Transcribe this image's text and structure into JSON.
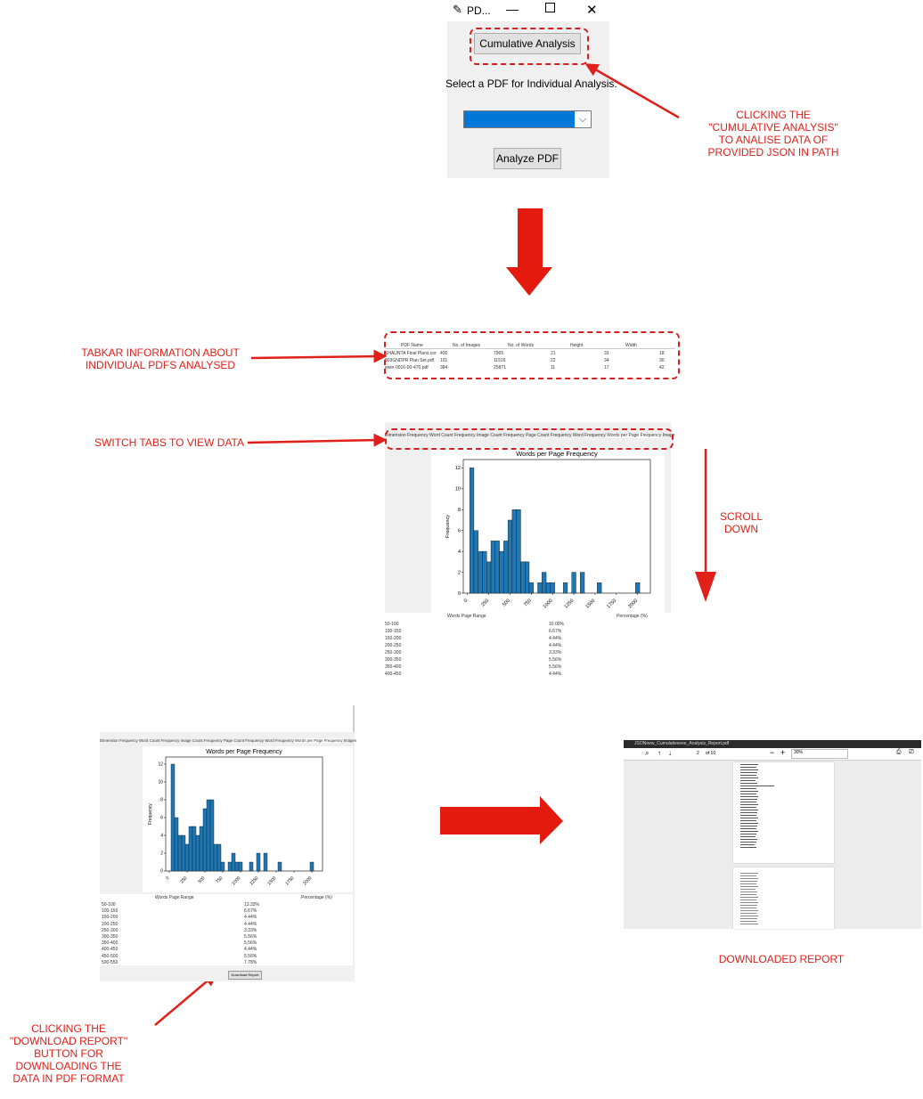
{
  "window": {
    "title": "PD...",
    "cumulative_label": "Cumulative Analysis",
    "select_label": "Select a PDF for Individual Analysis:",
    "analyze_label": "Analyze PDF"
  },
  "annotations": {
    "cumulative": [
      "CLICKING THE",
      "\"CUMULATIVE ANALYSIS\"",
      "TO ANALISE DATA OF",
      "PROVIDED JSON IN PATH"
    ],
    "tabkar": [
      "TABKAR INFORMATION ABOUT",
      "INDIVIDUAL PDFS ANALYSED"
    ],
    "switch_tabs": "SWITCH TABS TO VIEW DATA",
    "scroll": [
      "SCROLL",
      "DOWN"
    ],
    "download_click": [
      "CLICKING THE",
      "\"DOWNLOAD REPORT\"",
      "BUTTON FOR",
      "DOWNLOADING THE",
      "DATA IN PDF FORMAT"
    ],
    "downloaded": "DOWNLOADED REPORT"
  },
  "table": {
    "headers": [
      "PDF Name",
      "No. of Images",
      "No. of Words",
      "Height",
      "Width"
    ],
    "rows": [
      [
        "SHAUNTA Final Plans.cor",
        "400",
        "7965",
        "21",
        "33",
        "18"
      ],
      [
        "803GNDPR Plan Set.pdf",
        "101",
        "11516",
        "22",
        "34",
        "30"
      ],
      [
        "ewin-0016-00-470.pdf",
        "384",
        "25871",
        "11",
        "17",
        "42"
      ]
    ]
  },
  "tabs_top": [
    "Dimension Frequency",
    "Word Count Frequency",
    "Image Count Frequency",
    "Page Count Frequency",
    "Word Frequency",
    "Words per Page Frequency",
    "Image"
  ],
  "tabs_bottom": [
    "Dimension Frequency",
    "Word Count Frequency",
    "Image Count Frequency",
    "Page Count Frequency",
    "Word Frequency",
    "Words per Page Frequency",
    "Images"
  ],
  "freq_table_top": {
    "headers": [
      "Words Page Range",
      "Percentage (%)"
    ],
    "rows": [
      [
        "50-100",
        "10.00%"
      ],
      [
        "100-150",
        "6.67%"
      ],
      [
        "150-200",
        "4.44%"
      ],
      [
        "200-250",
        "4.44%"
      ],
      [
        "250-300",
        "3.33%"
      ],
      [
        "300-350",
        "5.56%"
      ],
      [
        "350-400",
        "5.56%"
      ],
      [
        "400-450",
        "4.44%"
      ]
    ]
  },
  "freq_table_bottom": {
    "headers": [
      "Words Page Range",
      "Percentage (%)"
    ],
    "rows": [
      [
        "50-100",
        "13.33%"
      ],
      [
        "100-150",
        "6.67%"
      ],
      [
        "150-200",
        "4.44%"
      ],
      [
        "200-250",
        "4.44%"
      ],
      [
        "250-300",
        "3.33%"
      ],
      [
        "300-350",
        "5.56%"
      ],
      [
        "350-400",
        "5.56%"
      ],
      [
        "400-450",
        "4.44%"
      ],
      [
        "450-500",
        "5.56%"
      ],
      [
        "500-550",
        "7.78%"
      ]
    ]
  },
  "download_button": "Download Report",
  "pdf_viewer": {
    "filename": "JSONnew_Cumulativeeee_Analysis_Report.pdf",
    "page_current": "2",
    "page_total_label": "of 10",
    "zoom": "30%"
  },
  "colors": {
    "accent": "#e0201a",
    "bar": "#1f77b4",
    "select": "#0078d7"
  },
  "chart_data": [
    {
      "type": "bar",
      "title": "Words per Page Frequency",
      "xlabel": "",
      "ylabel": "Frequency",
      "xticks": [
        0,
        250,
        500,
        750,
        1000,
        1250,
        1500,
        1750,
        2000
      ],
      "yticks": [
        0,
        2,
        4,
        6,
        8,
        10,
        12
      ],
      "xlim": [
        -50,
        2150
      ],
      "ylim": [
        0,
        12.8
      ],
      "bin_width": 50,
      "bins": [
        [
          50,
          12
        ],
        [
          100,
          6
        ],
        [
          150,
          4
        ],
        [
          200,
          4
        ],
        [
          250,
          3
        ],
        [
          300,
          5
        ],
        [
          350,
          5
        ],
        [
          400,
          4
        ],
        [
          450,
          5
        ],
        [
          500,
          7
        ],
        [
          550,
          8
        ],
        [
          600,
          8
        ],
        [
          650,
          3
        ],
        [
          700,
          3
        ],
        [
          750,
          1
        ],
        [
          850,
          1
        ],
        [
          900,
          2
        ],
        [
          950,
          1
        ],
        [
          1000,
          1
        ],
        [
          1150,
          1
        ],
        [
          1250,
          2
        ],
        [
          1350,
          2
        ],
        [
          1550,
          1
        ],
        [
          2000,
          1
        ]
      ]
    },
    {
      "type": "bar",
      "title": "Words per Page Frequency",
      "xlabel": "",
      "ylabel": "Frequency",
      "xticks": [
        0,
        250,
        500,
        750,
        1000,
        1250,
        1500,
        1750,
        2000
      ],
      "yticks": [
        0,
        2,
        4,
        6,
        8,
        10,
        12
      ],
      "xlim": [
        -50,
        2150
      ],
      "ylim": [
        0,
        12.8
      ],
      "bin_width": 50,
      "bins": [
        [
          50,
          12
        ],
        [
          100,
          6
        ],
        [
          150,
          4
        ],
        [
          200,
          4
        ],
        [
          250,
          3
        ],
        [
          300,
          5
        ],
        [
          350,
          5
        ],
        [
          400,
          4
        ],
        [
          450,
          5
        ],
        [
          500,
          7
        ],
        [
          550,
          8
        ],
        [
          600,
          8
        ],
        [
          650,
          3
        ],
        [
          700,
          3
        ],
        [
          750,
          1
        ],
        [
          850,
          1
        ],
        [
          900,
          2
        ],
        [
          950,
          1
        ],
        [
          1000,
          1
        ],
        [
          1150,
          1
        ],
        [
          1250,
          2
        ],
        [
          1350,
          2
        ],
        [
          1550,
          1
        ],
        [
          2000,
          1
        ]
      ]
    }
  ]
}
